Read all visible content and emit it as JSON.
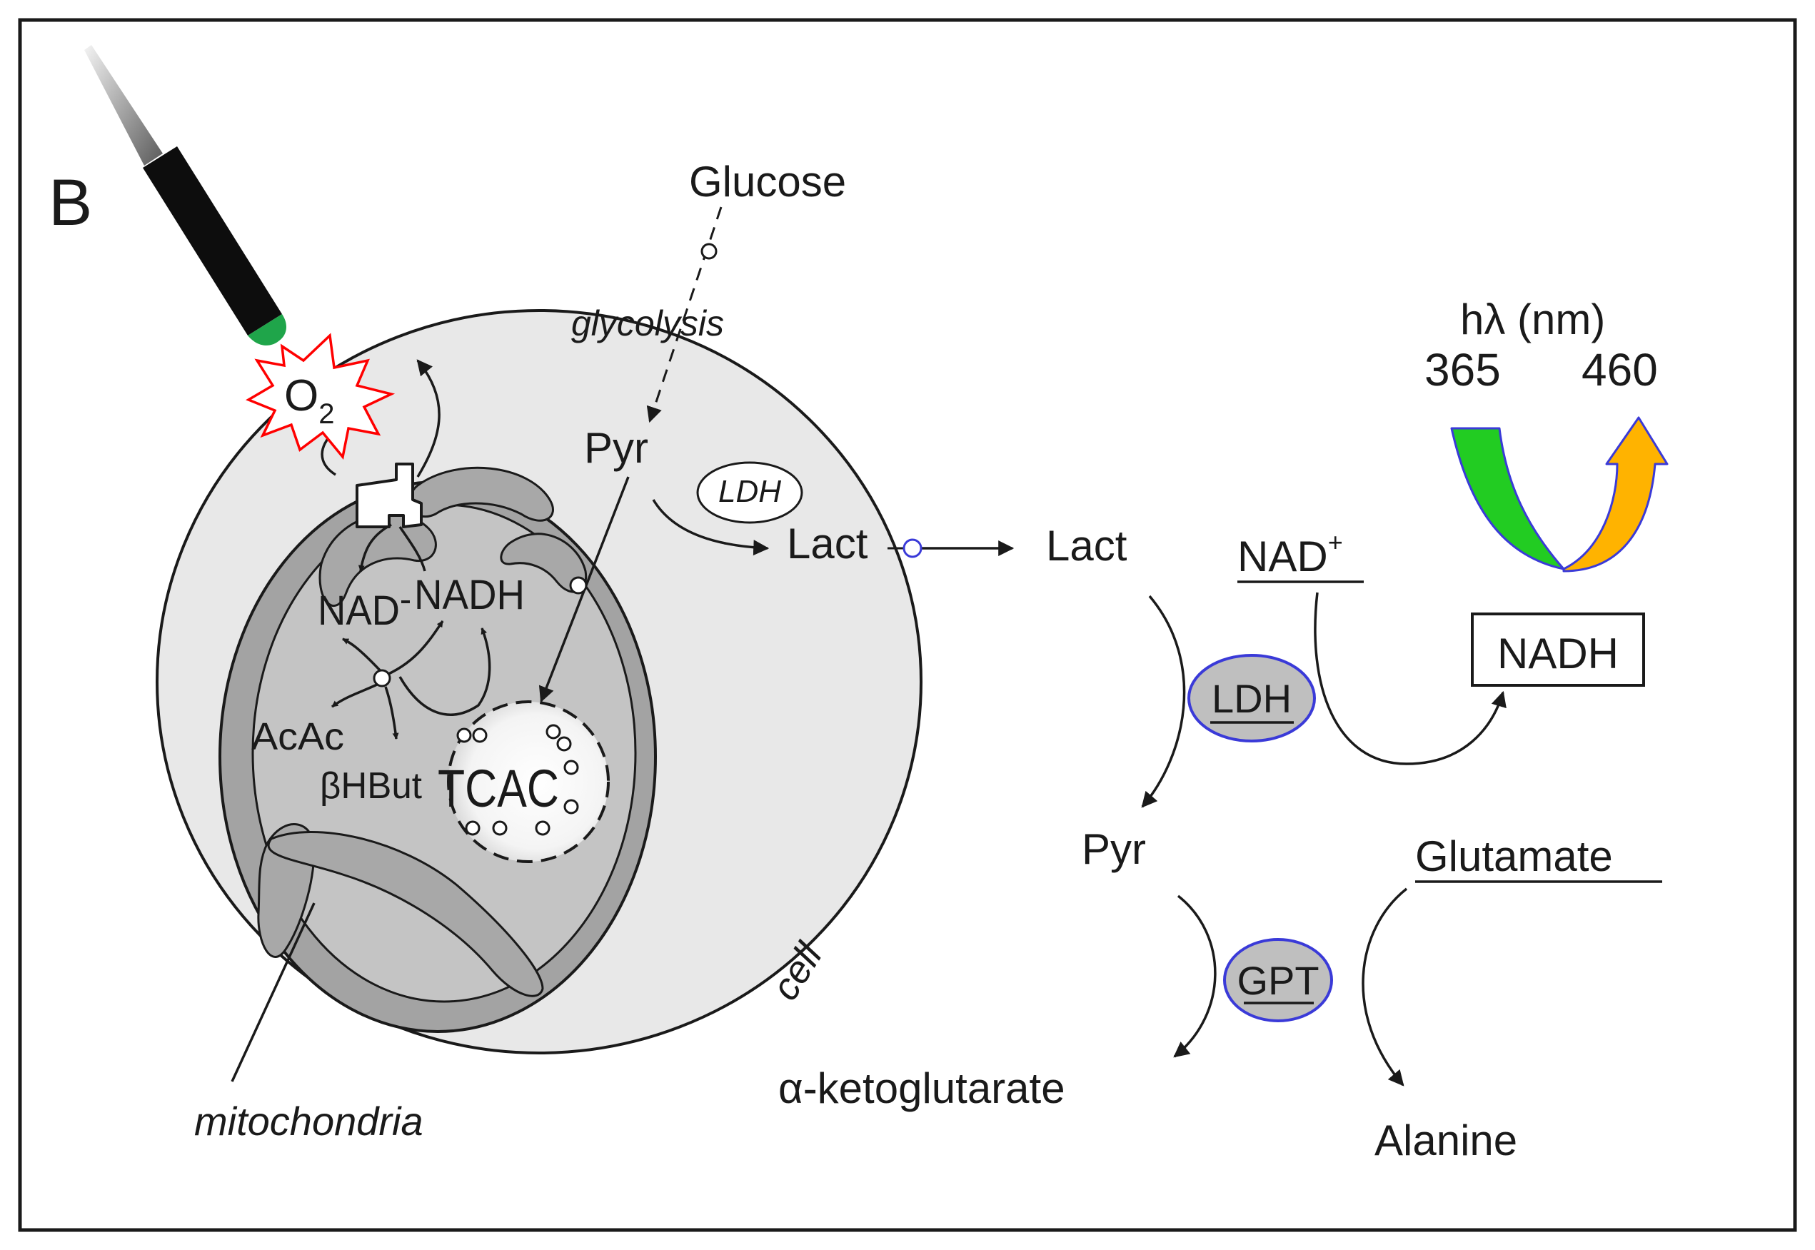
{
  "panel_label": "B",
  "cell": {
    "label": "cell",
    "mitochondria_label": "mitochondria",
    "oxygen": {
      "base": "O",
      "subscript": "2"
    },
    "glucose": "Glucose",
    "glycolysis": "glycolysis",
    "pyruvate": "Pyr",
    "ldh_enzyme": "LDH",
    "lactate": "Lact",
    "nad": "NAD",
    "nadh": "NADH",
    "acac": "AcAc",
    "bhbut": "βHBut",
    "tcac": "TCAC"
  },
  "assay": {
    "lactate": "Lact",
    "nad_plus": {
      "base": "NAD",
      "superscript": "+"
    },
    "ldh_enzyme": "LDH",
    "nadh_box": "NADH",
    "pyruvate": "Pyr",
    "glutamate": "Glutamate",
    "gpt_enzyme": "GPT",
    "alpha_ketoglutarate": "α-ketoglutarate",
    "alanine": "Alanine"
  },
  "fluorescence": {
    "title": "hλ (nm)",
    "excitation": "365",
    "emission": "460",
    "colors": {
      "excitation_band": "#22cc22",
      "emission_band": "#ffb300",
      "outline": "#3a3ad8"
    }
  },
  "colors": {
    "cell_fill": "#e8e8e8",
    "mito_outer": "#a3a3a3",
    "mito_inner": "#c4c4c4",
    "enzyme_fill": "#bfbfbf",
    "enzyme_outline": "#3a3ad8",
    "oxygen_outline": "#ff0000",
    "probe_tip": "#1fa54a"
  }
}
